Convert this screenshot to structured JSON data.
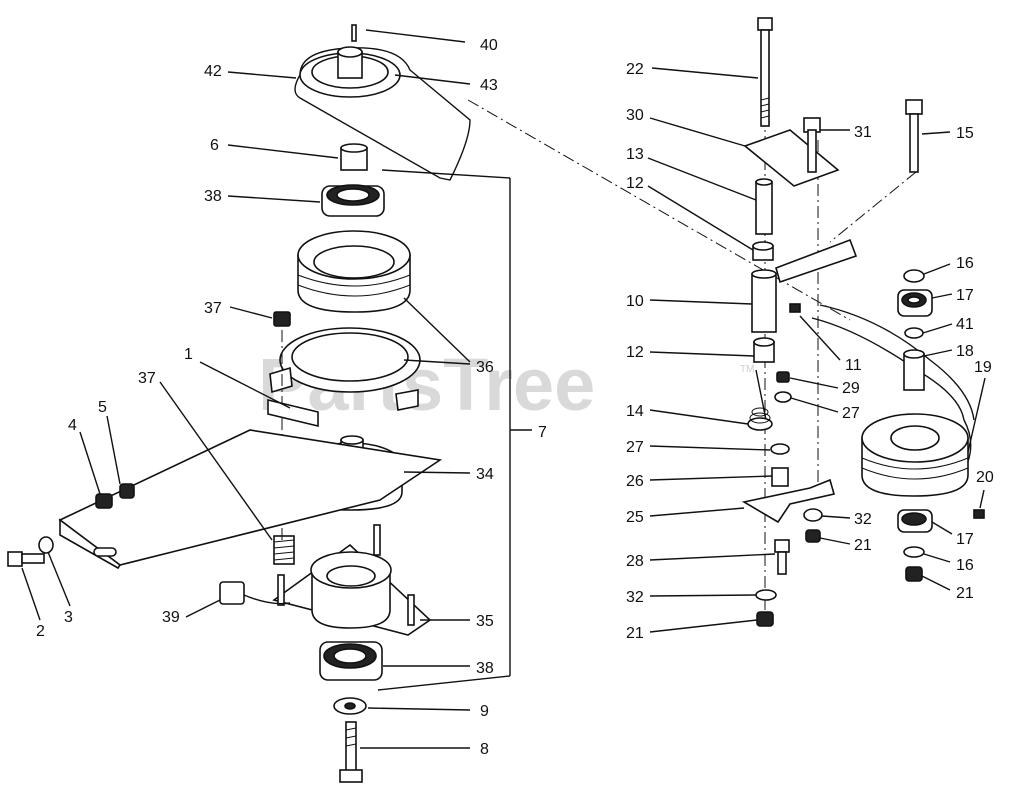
{
  "watermark": {
    "text": "PartsTree",
    "mark": "TM"
  },
  "callouts": {
    "c1": "1",
    "c2": "2",
    "c3": "3",
    "c4": "4",
    "c5": "5",
    "c6": "6",
    "c7": "7",
    "c8": "8",
    "c9": "9",
    "c10": "10",
    "c11": "11",
    "c12a": "12",
    "c12b": "12",
    "c13": "13",
    "c14": "14",
    "c15": "15",
    "c16a": "16",
    "c16b": "16",
    "c17a": "17",
    "c17b": "17",
    "c18": "18",
    "c19": "19",
    "c20": "20",
    "c21a": "21",
    "c21b": "21",
    "c21c": "21",
    "c22": "22",
    "c25": "25",
    "c26": "26",
    "c27a": "27",
    "c27b": "27",
    "c28": "28",
    "c29": "29",
    "c30": "30",
    "c31": "31",
    "c32a": "32",
    "c32b": "32",
    "c34": "34",
    "c35": "35",
    "c36": "36",
    "c37a": "37",
    "c37b": "37",
    "c38a": "38",
    "c38b": "38",
    "c39": "39",
    "c40": "40",
    "c41": "41",
    "c42": "42",
    "c43": "43"
  }
}
